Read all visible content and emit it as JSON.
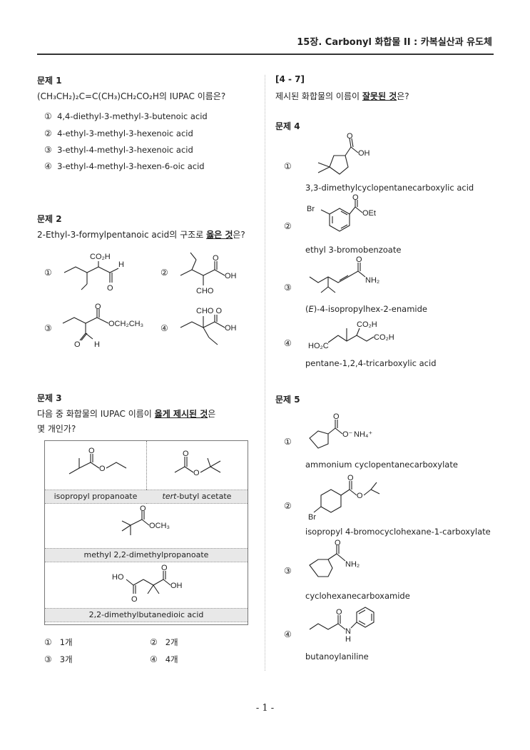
{
  "header": {
    "title": "15장. Carbonyl 화합물 II : 카복실산과 유도체"
  },
  "q1": {
    "title": "문제 1",
    "stem": "(CH₃CH₂)₂C=C(CH₃)CH₂CO₂H의 IUPAC 이름은?",
    "options": [
      {
        "num": "①",
        "text": "4,4-diethyl-3-methyl-3-butenoic acid"
      },
      {
        "num": "②",
        "text": "4-ethyl-3-methyl-3-hexenoic acid"
      },
      {
        "num": "③",
        "text": "3-ethyl-4-methyl-3-hexenoic acid"
      },
      {
        "num": "④",
        "text": "3-ethyl-4-methyl-3-hexen-6-oic acid"
      }
    ]
  },
  "q2": {
    "title": "문제 2",
    "stem_pre": "2-Ethyl-3-formylpentanoic acid의 구조로 ",
    "stem_em": "옳은 것",
    "stem_post": "은?",
    "nums": [
      "①",
      "②",
      "③",
      "④"
    ],
    "labels": {
      "co2h": "CO₂H",
      "h": "H",
      "o": "O",
      "oh": "OH",
      "cho": "CHO",
      "och2ch3": "OCH₂CH₃",
      "cho_o": "CHO O"
    }
  },
  "q3": {
    "title": "문제 3",
    "stem_line1_pre": "다음 중 화합물의 IUPAC 이름이 ",
    "stem_line1_em": "옳게 제시된 것",
    "stem_line1_post": "은",
    "stem_line2": "몇 개인가?",
    "table": [
      {
        "name": "isopropyl propanoate"
      },
      {
        "name_em": "tert",
        "name_rest": "-butyl acetate"
      },
      {
        "name": "methyl 2,2-dimethylpropanoate"
      },
      {
        "name": "2,2-dimethylbutanedioic acid"
      }
    ],
    "labels": {
      "o": "O",
      "och3": "OCH₃",
      "ho": "HO",
      "oh": "OH"
    },
    "options": [
      {
        "num": "①",
        "text": "1개"
      },
      {
        "num": "②",
        "text": "2개"
      },
      {
        "num": "③",
        "text": "3개"
      },
      {
        "num": "④",
        "text": "4개"
      }
    ]
  },
  "q47": {
    "range": "[4 - 7]",
    "stem_pre": "제시된 화합물의 이름이 ",
    "stem_em": "잘못된 것",
    "stem_post": "은?"
  },
  "q4": {
    "title": "문제 4",
    "nums": [
      "①",
      "②",
      "③",
      "④"
    ],
    "names": [
      {
        "text": "3,3-dimethylcyclopentanecarboxylic acid"
      },
      {
        "text": "ethyl 3-bromobenzoate"
      },
      {
        "pre": "(",
        "em": "E",
        "post": ")-4-isopropylhex-2-enamide"
      },
      {
        "text": "pentane-1,2,4-tricarboxylic acid"
      }
    ],
    "labels": {
      "o": "O",
      "oh": "OH",
      "br": "Br",
      "oet": "OEt",
      "nh2": "NH₂",
      "co2h": "CO₂H",
      "ho2c": "HO₂C"
    }
  },
  "q5": {
    "title": "문제 5",
    "nums": [
      "①",
      "②",
      "③",
      "④"
    ],
    "names": [
      {
        "text": "ammonium cyclopentanecarboxylate"
      },
      {
        "text": "isopropyl 4-bromocyclohexane-1-carboxylate"
      },
      {
        "text": "cyclohexanecarboxamide"
      },
      {
        "text": "butanoylaniline"
      }
    ],
    "labels": {
      "o": "O",
      "ominus": "O⁻",
      "nh4": "NH₄⁺",
      "br": "Br",
      "nh2": "NH₂",
      "n": "N",
      "h": "H"
    }
  },
  "footer": {
    "page": "- 1 -"
  }
}
